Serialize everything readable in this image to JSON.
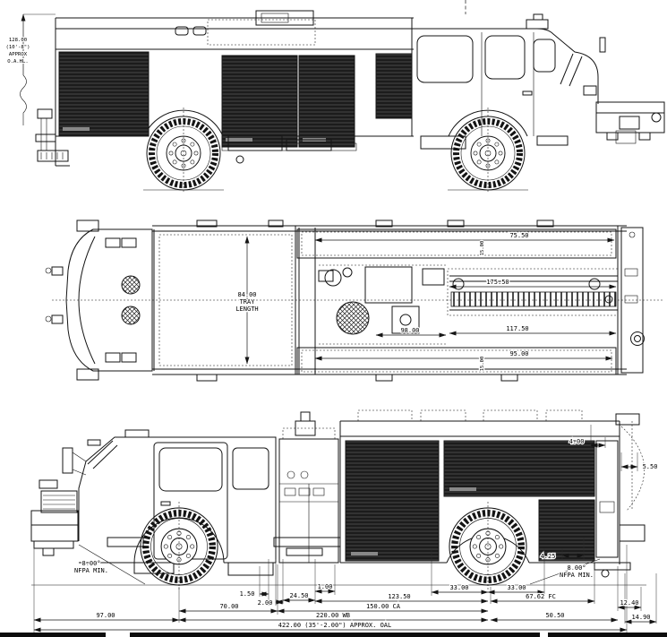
{
  "sheet": {
    "kind": "fire apparatus general-arrangement blueprint",
    "bg": "#ffffff",
    "line_color": "#141414"
  },
  "v1": {
    "oah1": "128.00",
    "oah2": "(10'-8\")",
    "oah3": "APPROX",
    "oah4": "O.A.HL."
  },
  "v2": {
    "tray_len": "84.00",
    "tray_word": "TRAY",
    "length_word": "LENGTH",
    "ladder_upper": "175.50",
    "ladder_lower": "117.50",
    "pump_width": "98.00",
    "top_tray_len": "75.50",
    "top_tray_depth": "15.00",
    "bottom_tray_len": "95.00",
    "bottom_tray_depth": "15.00"
  },
  "v3": {
    "angle_front_deg": "8.00°",
    "angle_front_note": "NFPA MIN.",
    "angle_rear_deg": "8.00°",
    "angle_rear_note": "NFPA MIN.",
    "d_1_50": "1.50",
    "d_2_00": "2.00",
    "d_24_50": "24.50",
    "d_1_00": "1.00",
    "d_70": "70.00",
    "d_97": "97.00",
    "d_123_50": "123.50",
    "d_150_ca": "150.00 CA",
    "d_220_wb": "220.00 WB",
    "d_33_a": "33.00",
    "d_33_b": "33.00",
    "d_67_62": "67.62 FC",
    "d_50_50": "50.50",
    "d_12_40": "12.40",
    "d_14_90": "14.90",
    "d_4_00": "4.00",
    "d_4_25": "4.25",
    "d_5_50": "5.50",
    "oal": "422.00 (35'-2.00\") APPROX. OAL"
  }
}
